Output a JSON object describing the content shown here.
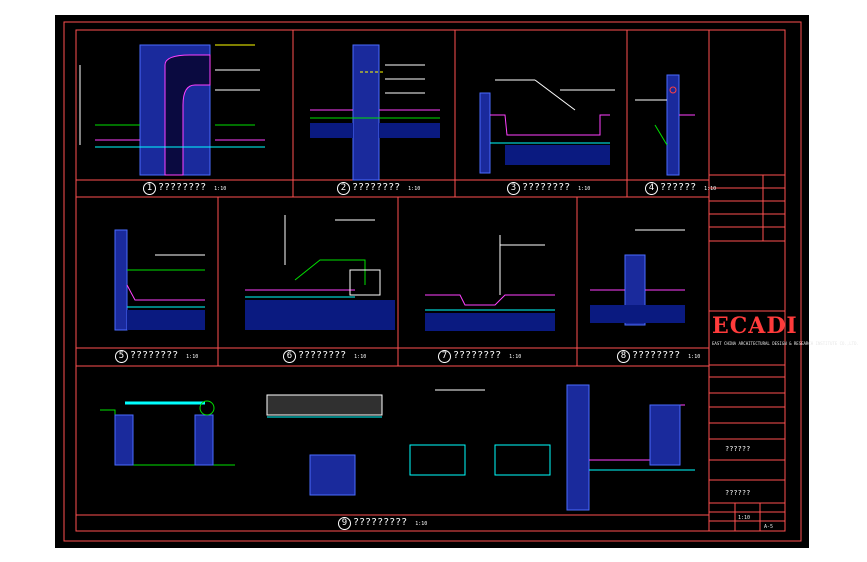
{
  "details": [
    {
      "num": "1",
      "label": "????????",
      "scale": "1:10"
    },
    {
      "num": "2",
      "label": "????????",
      "scale": "1:10"
    },
    {
      "num": "3",
      "label": "????????",
      "scale": "1:10"
    },
    {
      "num": "4",
      "label": "??????",
      "scale": "1:10"
    },
    {
      "num": "5",
      "label": "????????",
      "scale": "1:10"
    },
    {
      "num": "6",
      "label": "????????",
      "scale": "1:10"
    },
    {
      "num": "7",
      "label": "????????",
      "scale": "1:10"
    },
    {
      "num": "8",
      "label": "????????",
      "scale": "1:10"
    },
    {
      "num": "9",
      "label": "?????????",
      "scale": "1:10"
    }
  ],
  "title_block": {
    "logo": "ECADI",
    "firm_name": "EAST CHINA ARCHITECTURAL DESIGN & RESEARCH INSTITUTE CO.,LTD.",
    "project": "??????",
    "drawing_title": "??????",
    "scale_value": "1:10",
    "sheet_no": "A-5"
  },
  "colors": {
    "background": "#000000",
    "frame": "#ff5050",
    "accent": "#ff3b3b"
  }
}
